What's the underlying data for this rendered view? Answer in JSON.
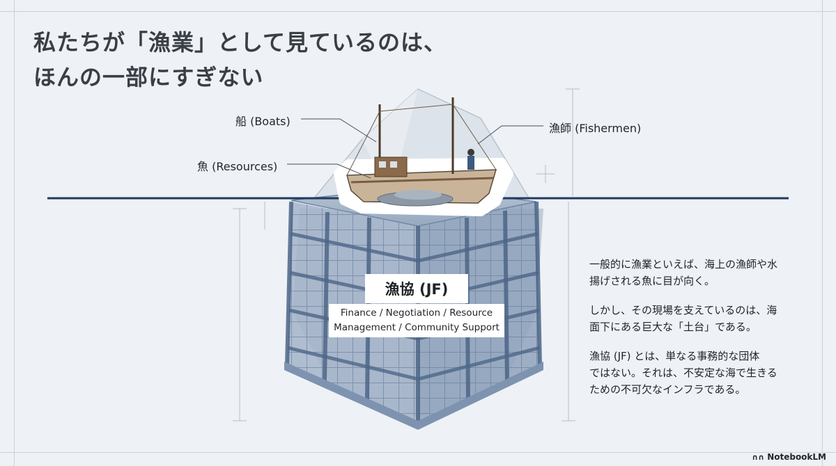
{
  "title": {
    "line1": "私たちが「漁業」として見ているのは、",
    "line2": "ほんの一部にすぎない"
  },
  "callouts": {
    "boats": "船 (Boats)",
    "resources": "魚 (Resources)",
    "fishermen": "漁師 (Fishermen)"
  },
  "jf": {
    "title": "漁協 (JF)",
    "sub_line1": "Finance / Negotiation / Resource",
    "sub_line2": "Management / Community Support"
  },
  "description": [
    {
      "line1": "一般的に漁業といえば、海上の漁師や水",
      "line2": "揚げされる魚に目が向く。"
    },
    {
      "line1": "しかし、その現場を支えているのは、海",
      "line2": "面下にある巨大な「土台」である。"
    },
    {
      "line1": "漁協 (JF) とは、単なる事務的な団体",
      "line2": "ではない。それは、不安定な海で生きる",
      "line3": "ための不可欠なインフラである。"
    }
  ],
  "brand": {
    "icon": "notebooklm-icon",
    "label": "NotebookLM"
  },
  "colors": {
    "background": "#eef1f5",
    "waterline": "#1e3a5f",
    "structure": "#6f87a6",
    "iceberg": "#dde3ea"
  }
}
